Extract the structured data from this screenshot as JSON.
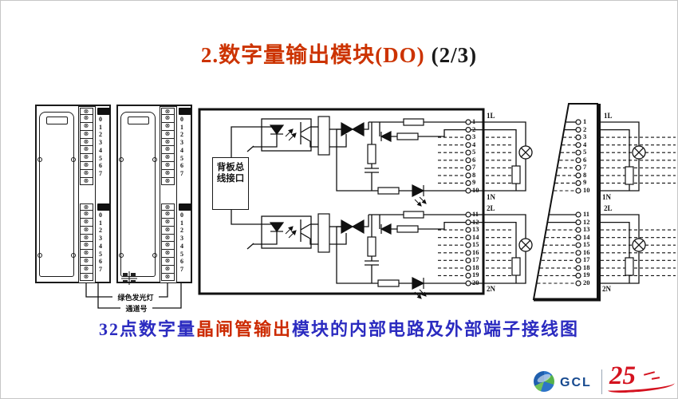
{
  "title": {
    "main": "2.数字量输出模块(DO)",
    "page": "(2/3)"
  },
  "caption": {
    "part1": "32点数字量",
    "part2": "晶闸管输出",
    "part3": "模块的内部电路及外部端子接线图"
  },
  "left_panel": {
    "screw_glyph": "⊗",
    "screws_per_group": 10,
    "channel_numbers": [
      "0",
      "1",
      "2",
      "3",
      "4",
      "5",
      "6",
      "7"
    ],
    "callout_line1": "绿色发光灯",
    "callout_line2": "通道号"
  },
  "center_box": {
    "bus_interface_line1": "背板总",
    "bus_interface_line2": "线接口"
  },
  "terminal_numbers": {
    "group1": [
      "1",
      "2",
      "3",
      "4",
      "5",
      "6",
      "7",
      "8",
      "9",
      "10"
    ],
    "group2": [
      "11",
      "12",
      "13",
      "14",
      "15",
      "16",
      "17",
      "18",
      "19",
      "20"
    ]
  },
  "terminal_labels": {
    "g1_top": "1L",
    "g1_bottom": "1N",
    "g2_top": "2L",
    "g2_bottom": "2N"
  },
  "logo": {
    "company": "GCL",
    "anniversary_number": "25"
  },
  "colors": {
    "title_red": "#cc3300",
    "caption_blue": "#2b2bc0",
    "caption_red": "#cc2a00",
    "logo_blue": "#16498f",
    "logo_red": "#d4121f"
  }
}
